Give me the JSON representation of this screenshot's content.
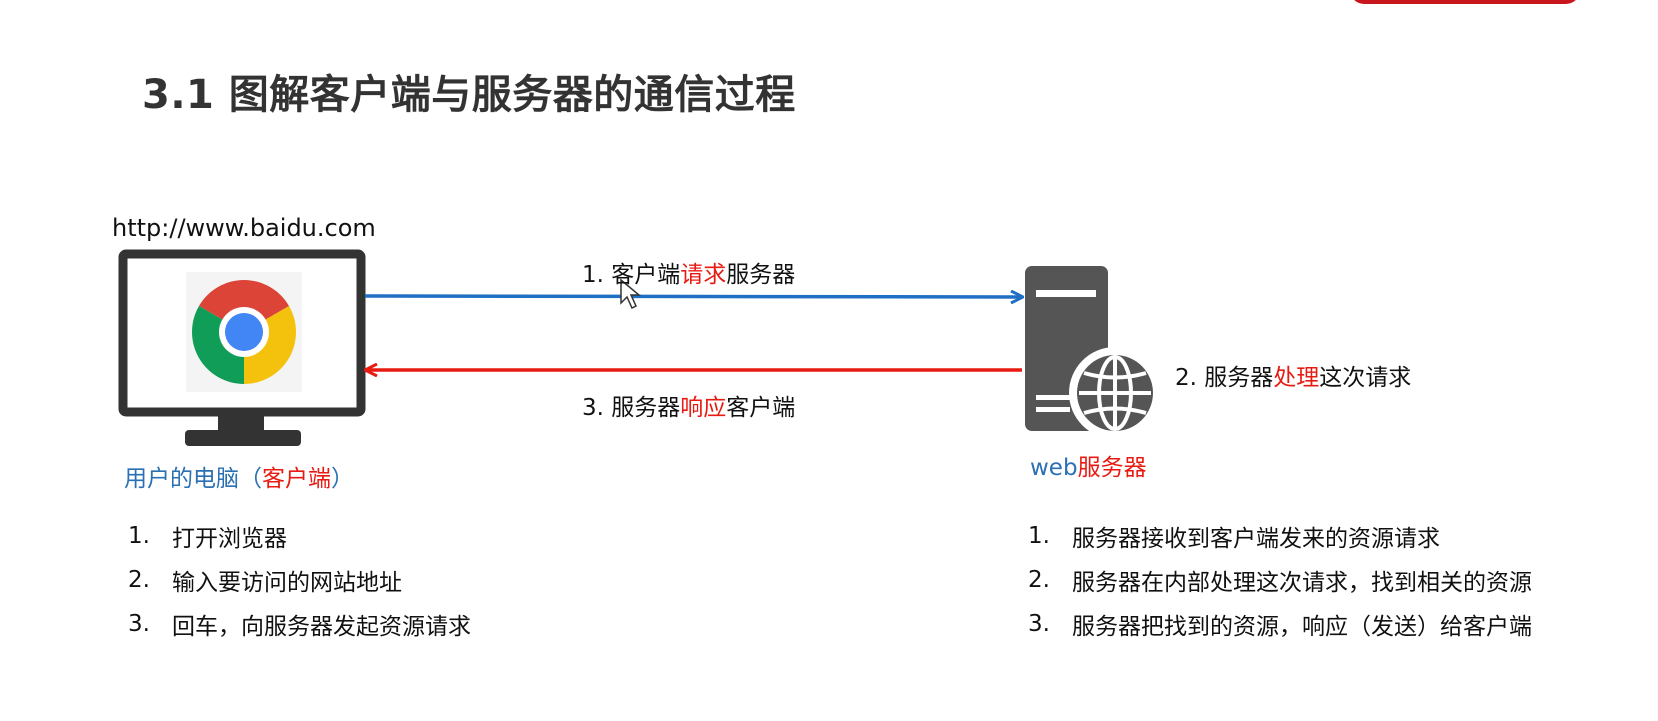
{
  "title": "3.1 图解客户端与服务器的通信过程",
  "url": "http://www.baidu.com",
  "request": {
    "prefix": "1. 客户端",
    "highlight": "请求",
    "suffix": "服务器"
  },
  "response": {
    "prefix": "3. 服务器",
    "highlight": "响应",
    "suffix": "客户端"
  },
  "process": {
    "prefix": "2. 服务器",
    "highlight": "处理",
    "suffix": "这次请求"
  },
  "client_caption": {
    "main": "用户的电脑（",
    "highlight": "客户端",
    "end": "）"
  },
  "server_caption": {
    "main": "web",
    "highlight": "服务器"
  },
  "client_steps": [
    {
      "num": "1.",
      "text": "打开浏览器"
    },
    {
      "num": "2.",
      "text": "输入要访问的网站地址"
    },
    {
      "num": "3.",
      "text": "回车，向服务器发起资源请求"
    }
  ],
  "server_steps": [
    {
      "num": "1.",
      "text": "服务器接收到客户端发来的资源请求"
    },
    {
      "num": "2.",
      "text": "服务器在内部处理这次请求，找到相关的资源"
    },
    {
      "num": "3.",
      "text": "服务器把找到的资源，响应（发送）给客户端"
    }
  ],
  "colors": {
    "request_arrow": "#1f6fc5",
    "response_arrow": "#e81b12",
    "highlight": "#e81b12",
    "caption_blue": "#2b70b3",
    "device": "#333333"
  },
  "icons": [
    "chrome-icon",
    "monitor-icon",
    "server-icon",
    "globe-icon",
    "cursor-icon"
  ]
}
